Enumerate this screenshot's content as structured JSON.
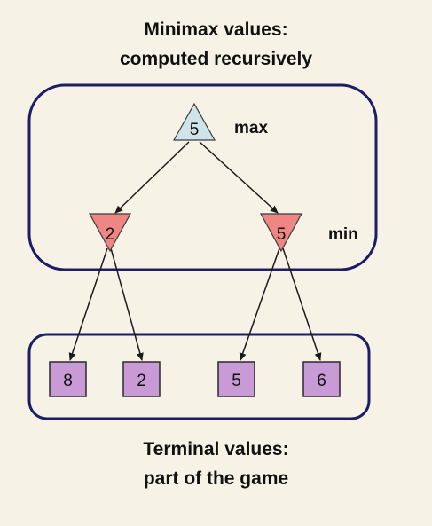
{
  "top_caption": {
    "line1": "Minimax values:",
    "line2": "computed recursively"
  },
  "bottom_caption": {
    "line1": "Terminal values:",
    "line2": "part of the game"
  },
  "labels": {
    "max": "max",
    "min": "min"
  },
  "tree": {
    "root": {
      "value": "5",
      "role": "max"
    },
    "min_nodes": [
      {
        "value": "2",
        "children": [
          "8",
          "2"
        ]
      },
      {
        "value": "5",
        "children": [
          "5",
          "6"
        ]
      }
    ]
  },
  "colors": {
    "background": "#f6f3e6",
    "max_node_fill": "#cfe4ea",
    "min_node_fill": "#ee8784",
    "terminal_fill": "#c89ad6",
    "box_border": "#1d1d66"
  }
}
